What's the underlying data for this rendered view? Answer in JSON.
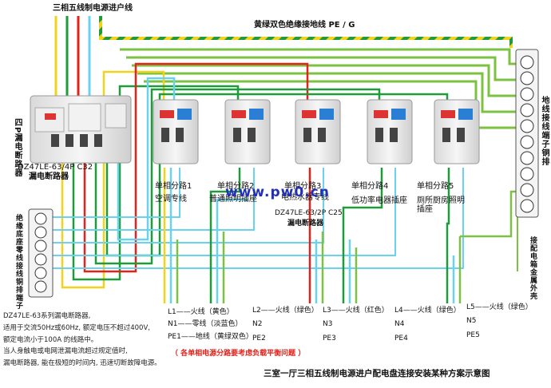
{
  "colors": {
    "yellow": "#f2d21b",
    "green": "#1e9c3a",
    "green_yellow": "#7cc242",
    "red": "#e2231a",
    "blue": "#2a7fd4",
    "cyan": "#69d2ee",
    "black": "#111111"
  },
  "top_labels": {
    "source": "三相五线制电源进户线",
    "pe_line": "黄绿双色绝缘接地线 PE / G"
  },
  "main_breaker": {
    "side_label": "四P漏电断路器",
    "model": "DZ47LE-63/4P C32",
    "name": "漏电断路器"
  },
  "branches": [
    {
      "line1": "单相分路1",
      "line2": "空调专线"
    },
    {
      "line1": "单相分路2",
      "line2": "普通照明插座"
    },
    {
      "line1": "单相分路3",
      "line2": "电热水器专线"
    },
    {
      "line1": "单相分路4",
      "line2": "低功率电器插座"
    },
    {
      "line1": "单相分路5",
      "line2": "厕所厨房照明插座"
    }
  ],
  "branch_breaker": {
    "model": "DZ47LE-63/2P C25",
    "name": "漏电断路器"
  },
  "watermark": "www.pw0.cn",
  "right_terminal_label": "地线接线端子铜排",
  "left_terminal_label": "绝缘底座零线接线铜排端子",
  "box_label": "接配电箱金属外壳",
  "legend": [
    {
      "l": "L1——火线（黄色）",
      "n": "N1——零线（淡蓝色）",
      "pe": "PE1——地线（黄绿双色）"
    },
    {
      "l": "L2——火线（绿色）",
      "n": "N2",
      "pe": "PE2"
    },
    {
      "l": "L3——火线（红色）",
      "n": "N3",
      "pe": "PE3"
    },
    {
      "l": "L4——火线（绿色）",
      "n": "N4",
      "pe": "PE4"
    },
    {
      "l": "L5——火线（绿色）",
      "n": "N5",
      "pe": "PE5"
    }
  ],
  "warning": "（ 各单相电源分路要考虑负载平衡问题 ）",
  "notes": [
    "DZ47LE-63系列漏电断路器,",
    "适用于交流50Hz或60Hz, 额定电压不超过400V,",
    "额定电流小于100A 的线路中。",
    "当人身触电或电网泄漏电流超过规定值时,",
    "漏电断路器, 能在极短的时间内, 迅速切断故障电源。"
  ],
  "caption": "三室一厅三相五线制电源进户配电盘连接安装某种方案示意图"
}
